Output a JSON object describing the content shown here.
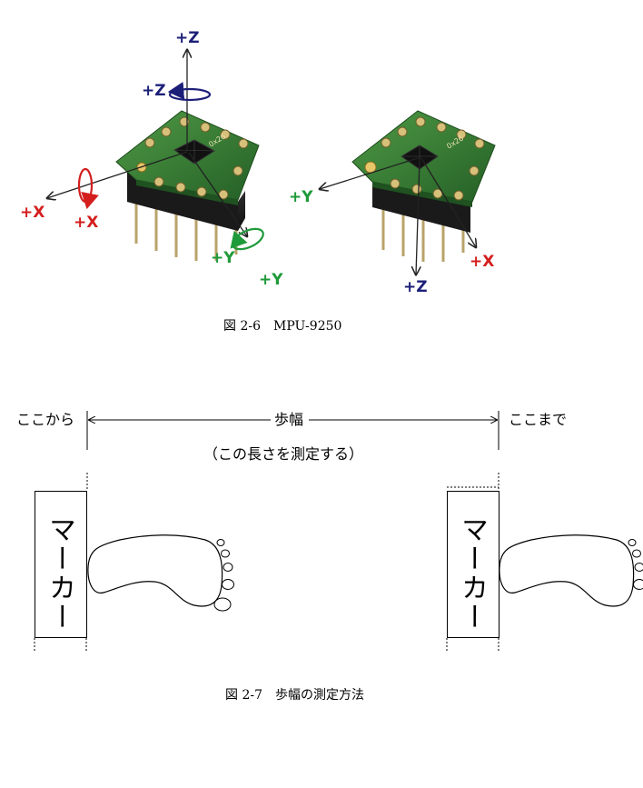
{
  "figure_2_6": {
    "left_board": {
      "axis_labels": {
        "z_top": "+Z",
        "z_rotation": "+Z",
        "x_axis": "+X",
        "x_rotation": "+X",
        "y_rotation": "+Y",
        "y_axis": "+Y"
      }
    },
    "right_board": {
      "axis_labels": {
        "y_axis": "+Y",
        "x_axis": "+X",
        "z_axis": "+Z"
      }
    },
    "caption": "図 2-6　MPU-9250",
    "colors": {
      "z": "#1c1f78",
      "x": "#d41e1e",
      "y": "#1f9a3a",
      "pcb": "#2e7a2e"
    }
  },
  "figure_2_7": {
    "start_label": "ここから",
    "end_label": "ここまで",
    "stride_label": "歩幅",
    "note": "（この長さを測定する）",
    "marker_left": "マーカー",
    "marker_right": "マーカー",
    "caption": "図 2-7　歩幅の測定方法"
  }
}
